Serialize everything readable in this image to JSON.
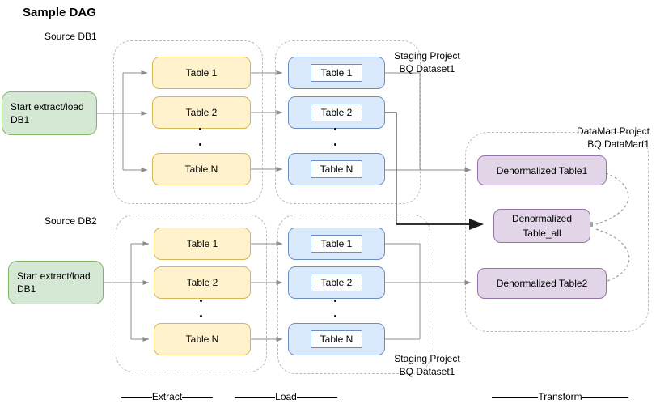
{
  "title": "Sample DAG",
  "groups": [
    {
      "source_label": "Source DB1",
      "start": {
        "line1": "Start extract/load",
        "line2": "DB1"
      },
      "extract_tables": [
        "Table 1",
        "Table 2",
        "Table N"
      ],
      "load_tables": [
        "Table 1",
        "Table 2",
        "Table N"
      ],
      "staging_label": {
        "line1": "Staging Project",
        "line2": "BQ Dataset1"
      }
    },
    {
      "source_label": "Source DB2",
      "start": {
        "line1": "Start extract/load",
        "line2": "DB1"
      },
      "extract_tables": [
        "Table 1",
        "Table 2",
        "Table N"
      ],
      "load_tables": [
        "Table 1",
        "Table 2",
        "Table N"
      ],
      "staging_label": {
        "line1": "Staging Project",
        "line2": "BQ Dataset1"
      }
    }
  ],
  "datamart": {
    "label": {
      "line1": "DataMart Project",
      "line2": "BQ DataMart1"
    },
    "table1": "Denormalized Table1",
    "table_all": {
      "line1": "Denormalized",
      "line2": "Table_all"
    },
    "table2": "Denormalized Table2"
  },
  "phases": [
    {
      "label": "Extract"
    },
    {
      "label": "Load"
    },
    {
      "label": "Transform"
    }
  ],
  "ellipsis": "continuation-dots",
  "colors": {
    "green_fill": "#d5e8d4",
    "green_border": "#82b366",
    "yellow_fill": "#fff2cc",
    "yellow_border": "#d6b656",
    "blue_fill": "#dae8fc",
    "blue_border": "#6c8ebf",
    "purple_fill": "#e1d5e7",
    "purple_border": "#9673a6",
    "connector_gray": "#8c8c8c",
    "connector_black": "#1a1a1a",
    "container_border": "#bababa",
    "dependency_dash": "#999999"
  }
}
